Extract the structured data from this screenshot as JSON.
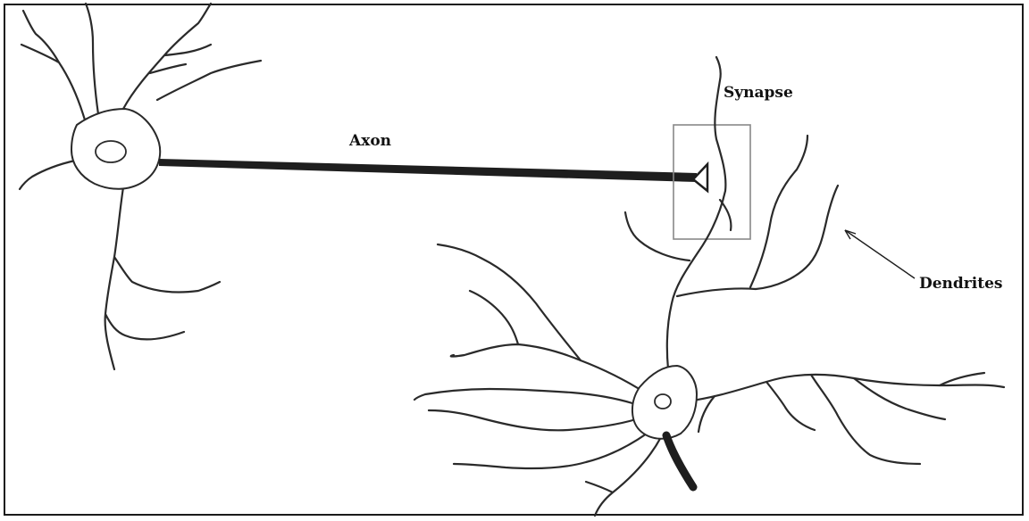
{
  "labels": {
    "axon": "Axon",
    "synapse": "Synapse",
    "dendrites": "Dendrites"
  },
  "colors": {
    "line": "#2a2a2a",
    "axon": "#1e1e1e",
    "synapse_box": "#888888",
    "background": "#ffffff"
  }
}
